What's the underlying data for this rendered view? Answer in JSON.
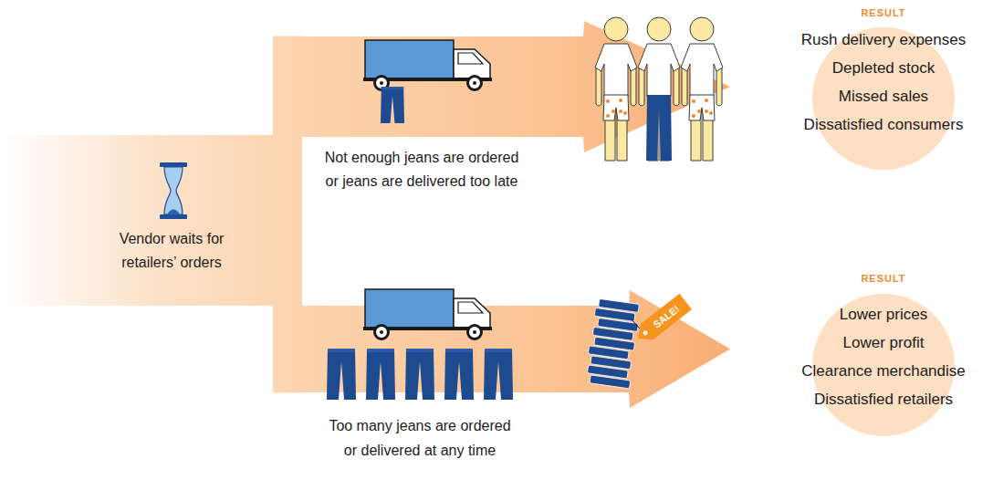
{
  "diagram": {
    "nodes": [
      {
        "text": [
          "Vendor waits for retailers’ orders"
        ]
      },
      {
        "text": [
          "Not enough jeans are ordered or jeans are delivered too late"
        ]
      },
      {
        "text": [
          "Too many jeans are ordered or delivered at any time"
        ]
      },
      {
        "text": [
          "RESULT",
          "Rush delivery expenses",
          "Depleted stock",
          "Missed sales",
          "Dissatisfied consumers"
        ]
      },
      {
        "text": [
          "RESULT",
          "Lower prices",
          "Lower profit",
          "Clearance merchandise",
          "Dissatisfied retailers"
        ]
      }
    ],
    "edges": [
      {
        "from": 0,
        "to": 1,
        "arrow": "none"
      },
      {
        "from": 0,
        "to": 2,
        "arrow": "none"
      },
      {
        "from": 1,
        "to": 3,
        "arrow": "to"
      },
      {
        "from": 2,
        "to": 4,
        "arrow": "to"
      }
    ],
    "labels": [
      "SALE!"
    ]
  }
}
